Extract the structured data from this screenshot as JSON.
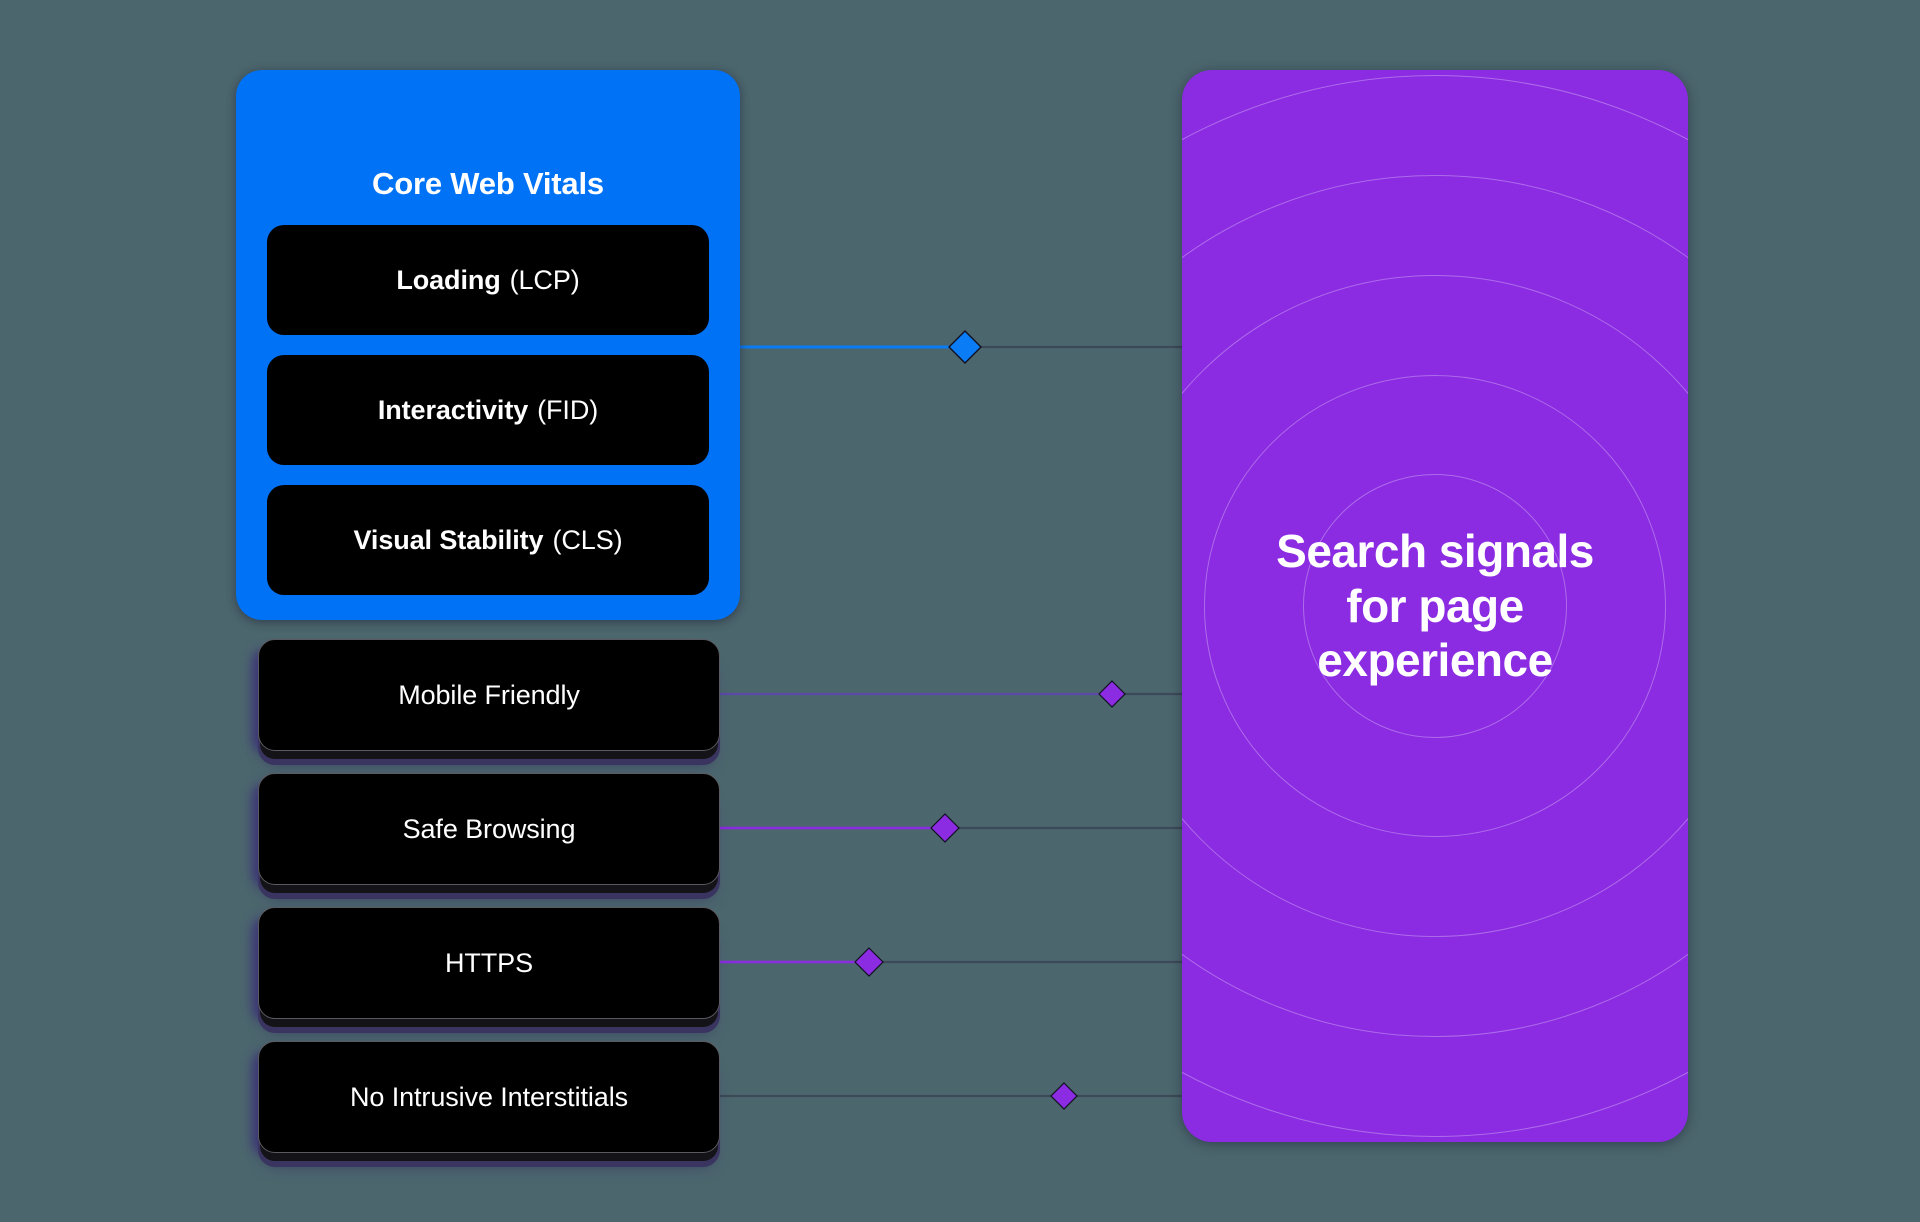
{
  "background_color": "#4c666e",
  "core_web_vitals": {
    "title": "Core Web Vitals",
    "panel_color": "#0072f5",
    "items": [
      {
        "strong": "Loading",
        "light": "(LCP)"
      },
      {
        "strong": "Interactivity",
        "light": "(FID)"
      },
      {
        "strong": "Visual Stability",
        "light": "(CLS)"
      }
    ]
  },
  "signals": [
    {
      "label": "Mobile Friendly"
    },
    {
      "label": "Safe Browsing"
    },
    {
      "label": "HTTPS"
    },
    {
      "label": "No Intrusive Interstitials"
    }
  ],
  "search_panel": {
    "line1": "Search signals",
    "line2": "for page",
    "line3": "experience",
    "panel_color": "#8b2be2"
  },
  "connectors": [
    {
      "from": "core-web-vitals",
      "marker_color": "#0a7cf5",
      "line_color": "#0a7cf5"
    },
    {
      "from": "mobile-friendly",
      "marker_color": "#8b2be2",
      "line_color": "#7a3bd6"
    },
    {
      "from": "safe-browsing",
      "marker_color": "#8b2be2",
      "line_color": "#8b2be2"
    },
    {
      "from": "https",
      "marker_color": "#8b2be2",
      "line_color": "#8b2be2"
    },
    {
      "from": "no-intrusive-interstitials",
      "marker_color": "#8b2be2",
      "line_color": "#8b2be2"
    }
  ]
}
